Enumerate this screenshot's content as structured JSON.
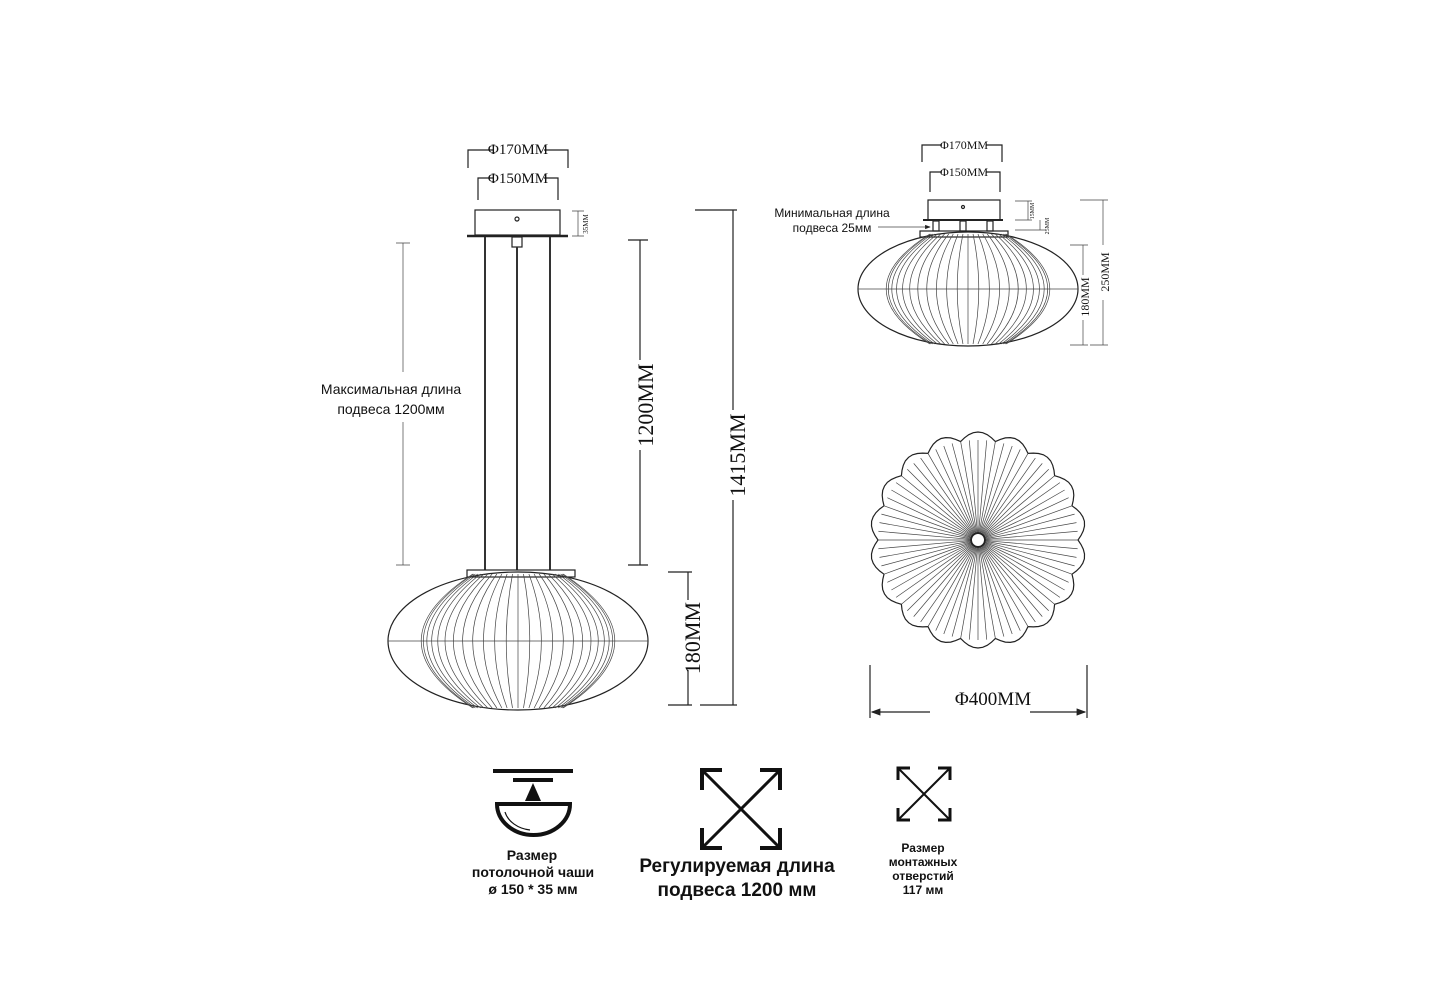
{
  "pendant": {
    "dia_outer": "Φ170MM",
    "dia_inner": "Φ150MM",
    "canopy_height": "35MM",
    "suspension_length": "1200MM",
    "total_height": "1415MM",
    "shade_height": "180MM",
    "max_length_note": [
      "Максимальная длина",
      "подвеса 1200мм"
    ]
  },
  "flush": {
    "dia_outer": "Φ170MM",
    "dia_inner": "Φ150MM",
    "canopy_height": "15MM",
    "gap": "25MM",
    "total_height": "250MM",
    "shade_height": "180MM",
    "min_length_note": [
      "Минимальная длина",
      "подвеса 25мм"
    ]
  },
  "bottom_view": {
    "diameter": "Φ400MM"
  },
  "legend": {
    "canopy": [
      "Размер",
      "потолочной чаши",
      "ø 150 * 35 мм"
    ],
    "adjustable": [
      "Регулируемая длина",
      "подвеса 1200 мм"
    ],
    "mounting": [
      "Размер",
      "монтажных",
      "отверстий",
      "117 мм"
    ]
  }
}
